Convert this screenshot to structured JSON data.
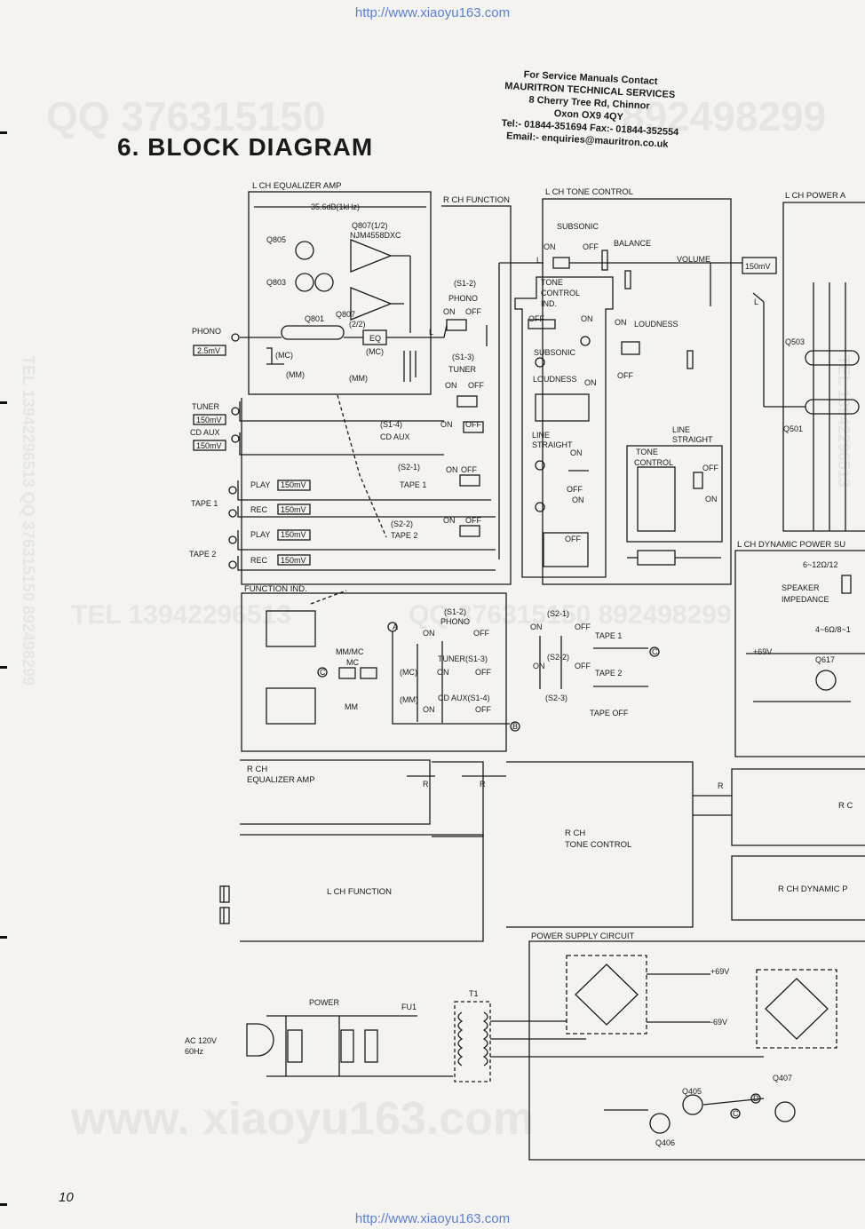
{
  "header": {
    "url_top": "http://www.xiaoyu163.com",
    "url_bottom": "http://www.xiaoyu163.com",
    "contact": [
      "For Service Manuals Contact",
      "MAURITRON TECHNICAL SERVICES",
      "8 Cherry Tree Rd, Chinnor",
      "Oxon OX9 4QY",
      "Tel:- 01844-351694 Fax:- 01844-352554",
      "Email:- enquiries@mauritron.co.uk"
    ],
    "title": "6.  BLOCK DIAGRAM",
    "page_number": "10"
  },
  "watermarks": {
    "qq_top": "QQ 376315150",
    "qq_top_right": "892498299",
    "tel_mid": "TEL 13942296513",
    "qq_mid": "QQ 376315150  892498299",
    "bottom": "www. xiaoyu163.com",
    "vertical_left": "TEL 13942296513  QQ 376315150  892498299",
    "vertical_right": "TEL 13942296513"
  },
  "blocks": {
    "l_eq_amp": "L CH EQUALIZER AMP",
    "r_function": "R CH FUNCTION",
    "l_tone": "L CH TONE CONTROL",
    "l_power": "L CH POWER A",
    "l_dynamic": "L CH DYNAMIC POWER SU",
    "function_ind": "FUNCTION IND.",
    "r_eq_amp_1": "R CH",
    "r_eq_amp_2": "EQUALIZER AMP",
    "r_tone_1": "R CH",
    "r_tone_2": "TONE CONTROL",
    "l_function": "L CH FUNCTION",
    "r_dynamic": "R CH DYNAMIC P",
    "r_partial": "R C",
    "power_supply": "POWER SUPPLY CIRCUIT",
    "tone_ind_1": "TONE",
    "tone_ind_2": "CONTROL",
    "tone_ind_3": "IND.",
    "tone_ctrl_1": "TONE",
    "tone_ctrl_2": "CONTROL"
  },
  "labels": {
    "gain": "35.6dB(1kHz)",
    "q807a": "Q807(1/2)",
    "njm": "NJM4558DXC",
    "q805": "Q805",
    "q803": "Q803",
    "q801": "Q801",
    "q807b": "Q807",
    "q807b2": "(2/2)",
    "eq": "EQ",
    "mc": "(MC)",
    "mc2": "(MC)",
    "mm": "(MM)",
    "mm2": "(MM)",
    "phono": "PHONO",
    "phono_level": "2.5mV",
    "tuner": "TUNER",
    "tuner_level": "150mV",
    "cd_aux": "CD AUX",
    "cd_aux_level": "150mV",
    "tape1": "TAPE 1",
    "tape2": "TAPE 2",
    "play": "PLAY",
    "rec": "REC",
    "level_150": "150mV",
    "s1_2": "(S1-2)",
    "s1_2_phono": "PHONO",
    "s1_3": "(S1-3)",
    "s1_3_tuner": "TUNER",
    "s1_4": "(S1-4)",
    "s1_4_cd": "CD  AUX",
    "s2_1": "(S2-1)",
    "s2_1_tape": "TAPE 1",
    "s2_2": "(S2-2)",
    "s2_2_tape": "TAPE 2",
    "on": "ON",
    "off": "OFF",
    "subsonic": "SUBSONIC",
    "balance": "BALANCE",
    "volume": "VOLUME",
    "loudness": "LOUDNESS",
    "line_straight": "LINE",
    "line_straight2": "STRAIGHT",
    "l": "L",
    "r": "R",
    "q503": "Q503",
    "q501": "Q501",
    "speaker": "SPEAKER",
    "impedance": "IMPEDANCE",
    "imp_range": "6~12Ω/12",
    "imp_range2": "4~6Ω/8~1",
    "plus69": "+69V",
    "minus69": "-69V",
    "q617": "Q617",
    "mm_mc": "MM/MC",
    "mc_lbl": "MC",
    "mm_lbl": "MM",
    "fi_s1_2": "(S1-2)",
    "fi_phono": "PHONO",
    "fi_tuner": "TUNER(S1-3)",
    "fi_cd": "CD AUX(S1-4)",
    "fi_s2_1": "(S2-1)",
    "fi_s2_2": "(S2-2)",
    "fi_s2_3": "(S2-3)",
    "fi_tape1": "TAPE 1",
    "fi_tape2": "TAPE 2",
    "tape_off": "TAPE OFF",
    "power": "POWER",
    "fu1": "FU1",
    "t1": "T1",
    "ac": "AC 120V",
    "hz": "60Hz",
    "q405": "Q405",
    "q406": "Q406",
    "q407": "Q407",
    "node_a": "A",
    "node_b": "B",
    "node_c": "C",
    "node_d": "D"
  }
}
